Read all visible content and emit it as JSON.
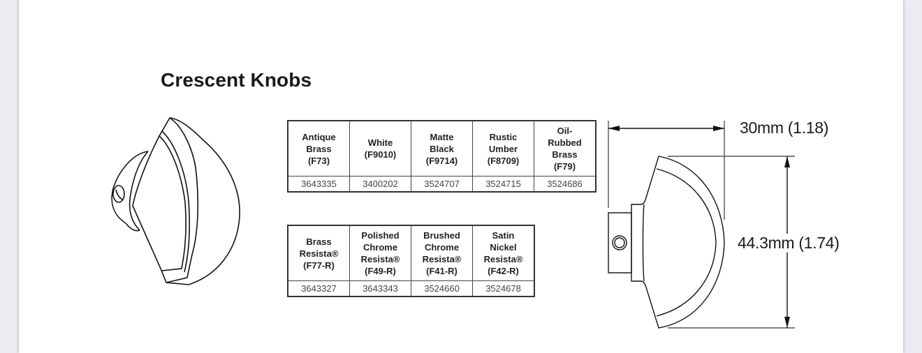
{
  "title": "Crescent Knobs",
  "table_top": {
    "headers": [
      [
        "Antique",
        "Brass",
        "(F73)"
      ],
      [
        "White",
        "(F9010)"
      ],
      [
        "Matte",
        "Black",
        "(F9714)"
      ],
      [
        "Rustic",
        "Umber",
        "(F8709)"
      ],
      [
        "Oil-",
        "Rubbed",
        "Brass",
        "(F79)"
      ]
    ],
    "values": [
      "3643335",
      "3400202",
      "3524707",
      "3524715",
      "3524686"
    ]
  },
  "table_bottom": {
    "headers": [
      [
        "Brass",
        "Resista®",
        "(F77-R)"
      ],
      [
        "Polished",
        "Chrome",
        "Resista®",
        "(F49-R)"
      ],
      [
        "Brushed",
        "Chrome",
        "Resista®",
        "(F41-R)"
      ],
      [
        "Satin",
        "Nickel",
        "Resista®",
        "(F42-R)"
      ]
    ],
    "values": [
      "3643327",
      "3643343",
      "3524660",
      "3524678"
    ]
  },
  "dimensions": {
    "depth": "30mm (1.18)",
    "height": "44.3mm (1.74)"
  },
  "illustrations": {
    "perspective": "knob-perspective-drawing",
    "side": "knob-side-profile-drawing"
  }
}
